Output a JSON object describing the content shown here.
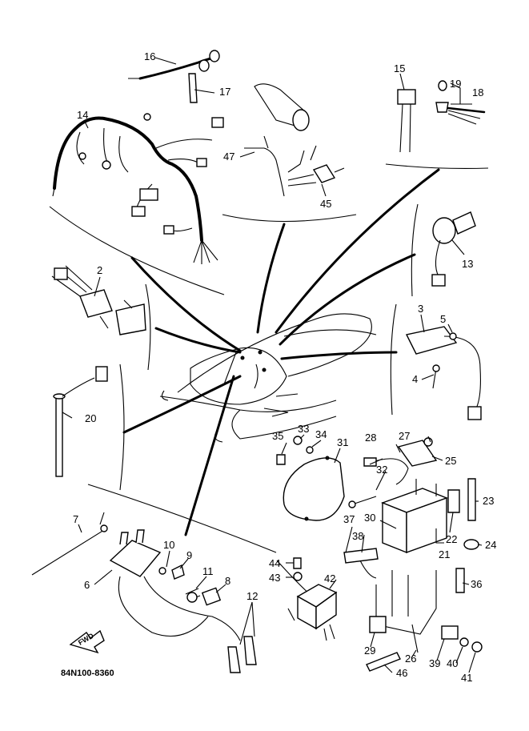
{
  "callouts": {
    "c2": "2",
    "c3": "3",
    "c4": "4",
    "c5": "5",
    "c6": "6",
    "c7": "7",
    "c8": "8",
    "c9": "9",
    "c10": "10",
    "c11": "11",
    "c12": "12",
    "c13": "13",
    "c14": "14",
    "c15": "15",
    "c16": "16",
    "c17": "17",
    "c18": "18",
    "c19": "19",
    "c20": "20",
    "c21": "21",
    "c22": "22",
    "c23": "23",
    "c24": "24",
    "c25": "25",
    "c26": "26",
    "c27": "27",
    "c28": "28",
    "c29": "29",
    "c30": "30",
    "c31": "31",
    "c32": "32",
    "c33": "33",
    "c34": "34",
    "c35": "35",
    "c36": "36",
    "c37": "37",
    "c38": "38",
    "c39": "39",
    "c40": "40",
    "c41": "41",
    "c42": "42",
    "c43": "43",
    "c44": "44",
    "c45": "45",
    "c46": "46",
    "c47": "47"
  },
  "drawing_code": "84N100-8360",
  "fwd_label": "FWD"
}
